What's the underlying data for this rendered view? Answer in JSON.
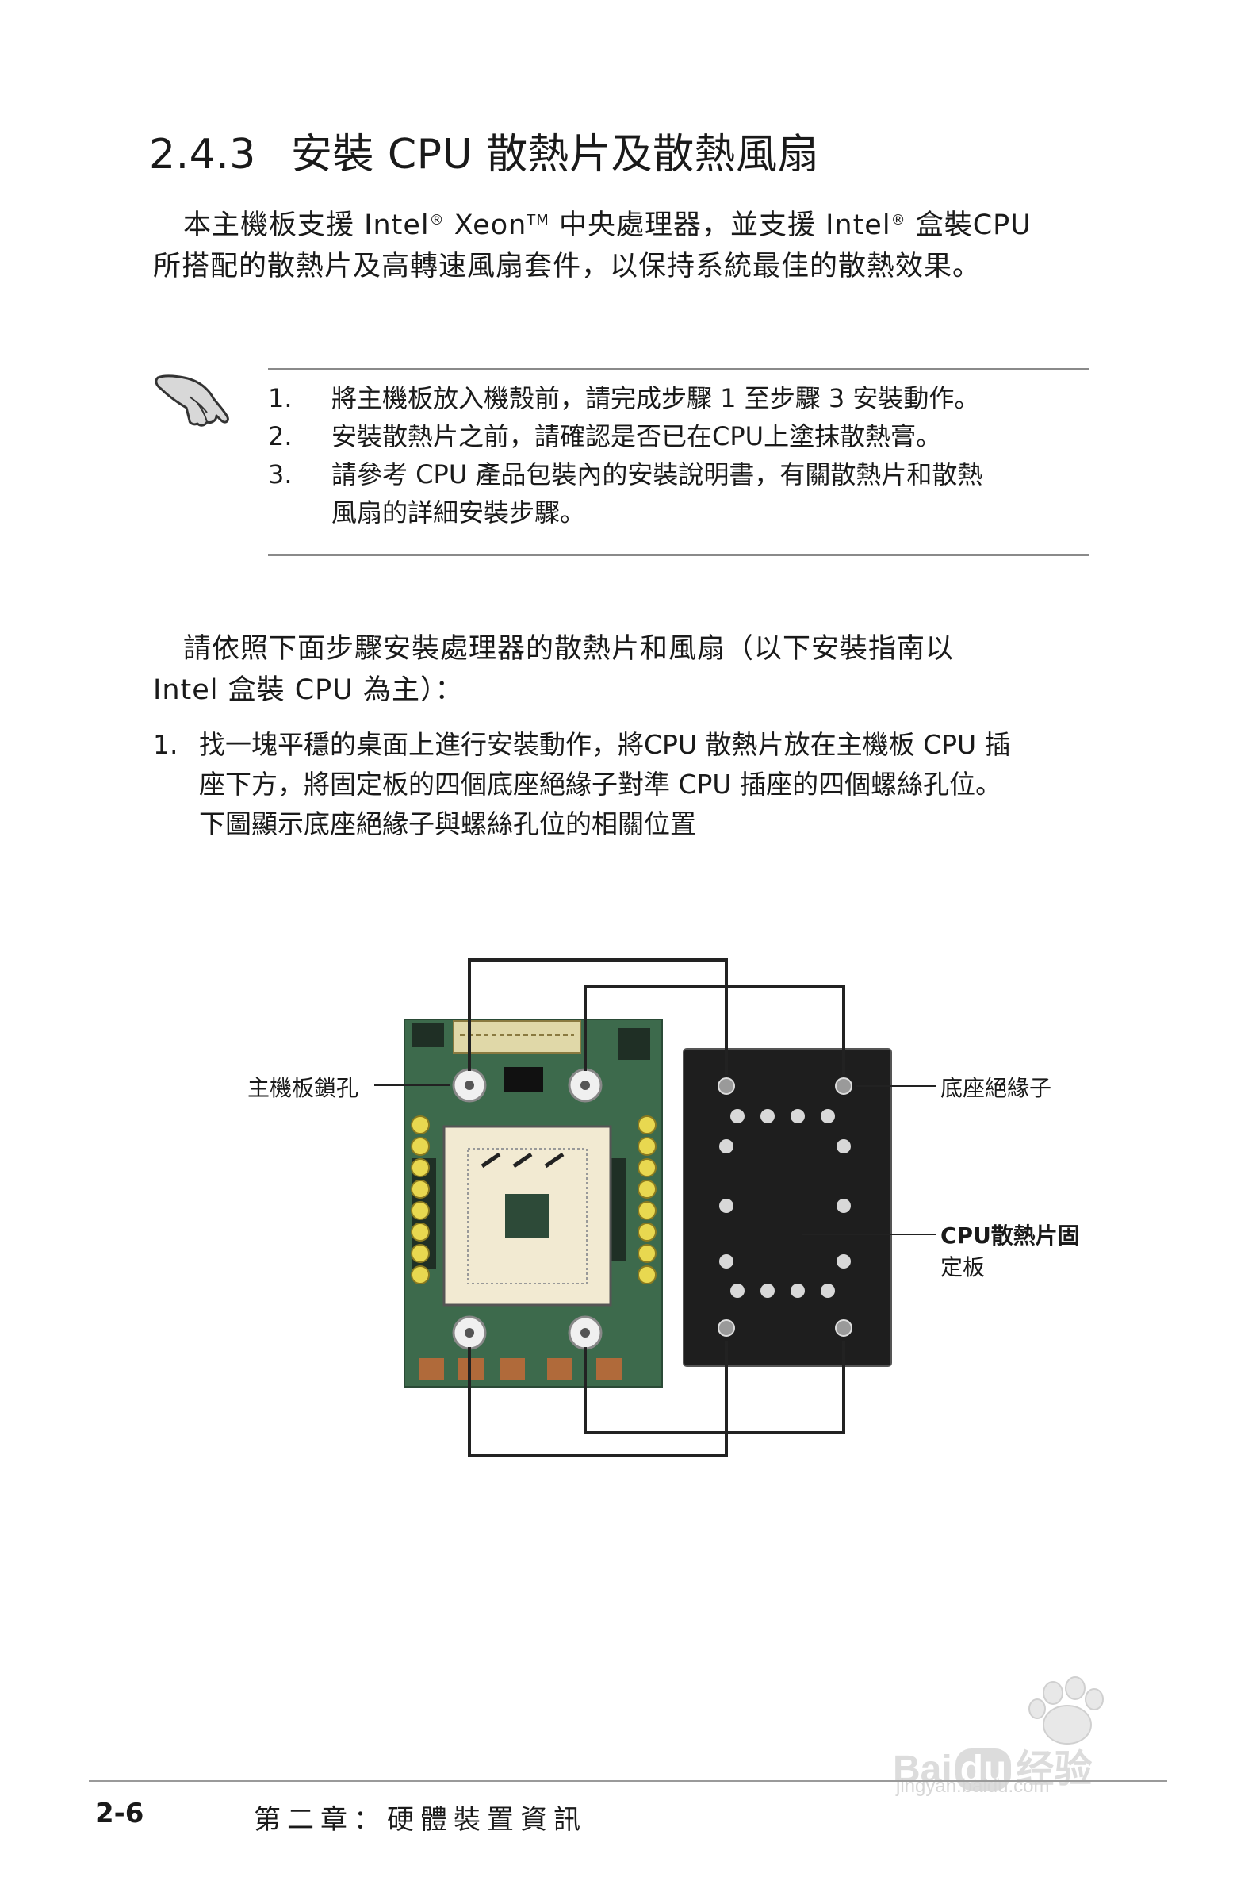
{
  "section": {
    "number": "2.4.3",
    "title": "安裝 CPU 散熱片及散熱風扇"
  },
  "intro": {
    "part1": "本主機板支援 Intel",
    "reg1": "®",
    "part2": " Xeon",
    "tm": "TM",
    "part3": " 中央處理器，並支援 Intel",
    "reg2": "®",
    "part4": " 盒裝CPU",
    "line2": "所搭配的散熱片及高轉速風扇套件，以保持系統最佳的散熱效果。"
  },
  "notes": {
    "icon": "pointing-hand-icon",
    "items": [
      {
        "num": "1.",
        "text": "將主機板放入機殼前，請完成步驟 1 至步驟 3 安裝動作。"
      },
      {
        "num": "2.",
        "text": "安裝散熱片之前，請確認是否已在CPU上塗抹散熱膏。"
      },
      {
        "num": "3.",
        "text": "請參考 CPU 產品包裝內的安裝說明書，有關散熱片和散熱",
        "cont": "風扇的詳細安裝步驟。"
      }
    ]
  },
  "para2": {
    "line1": "請依照下面步驟安裝處理器的散熱片和風扇（以下安裝指南以",
    "line2": "Intel 盒裝 CPU 為主）："
  },
  "step1": {
    "num": "1.",
    "line1": "找一塊平穩的桌面上進行安裝動作，將CPU 散熱片放在主機板 CPU 插",
    "line2": "座下方，將固定板的四個底座絕緣子對準 CPU 插座的四個螺絲孔位。",
    "line3": "下圖顯示底座絕緣子與螺絲孔位的相關位置"
  },
  "figure": {
    "label_mount_holes": "主機板鎖孔",
    "label_standoffs": "底座絕緣子",
    "label_plate_line1": "CPU散熱片固",
    "label_plate_line2": "定板"
  },
  "footer": {
    "page": "2-6",
    "chapter": "第二章：硬體裝置資訊"
  },
  "watermark": {
    "brand": "Bai",
    "brand2": "du",
    "product": "经验",
    "url": "jingyan.baidu.com"
  }
}
